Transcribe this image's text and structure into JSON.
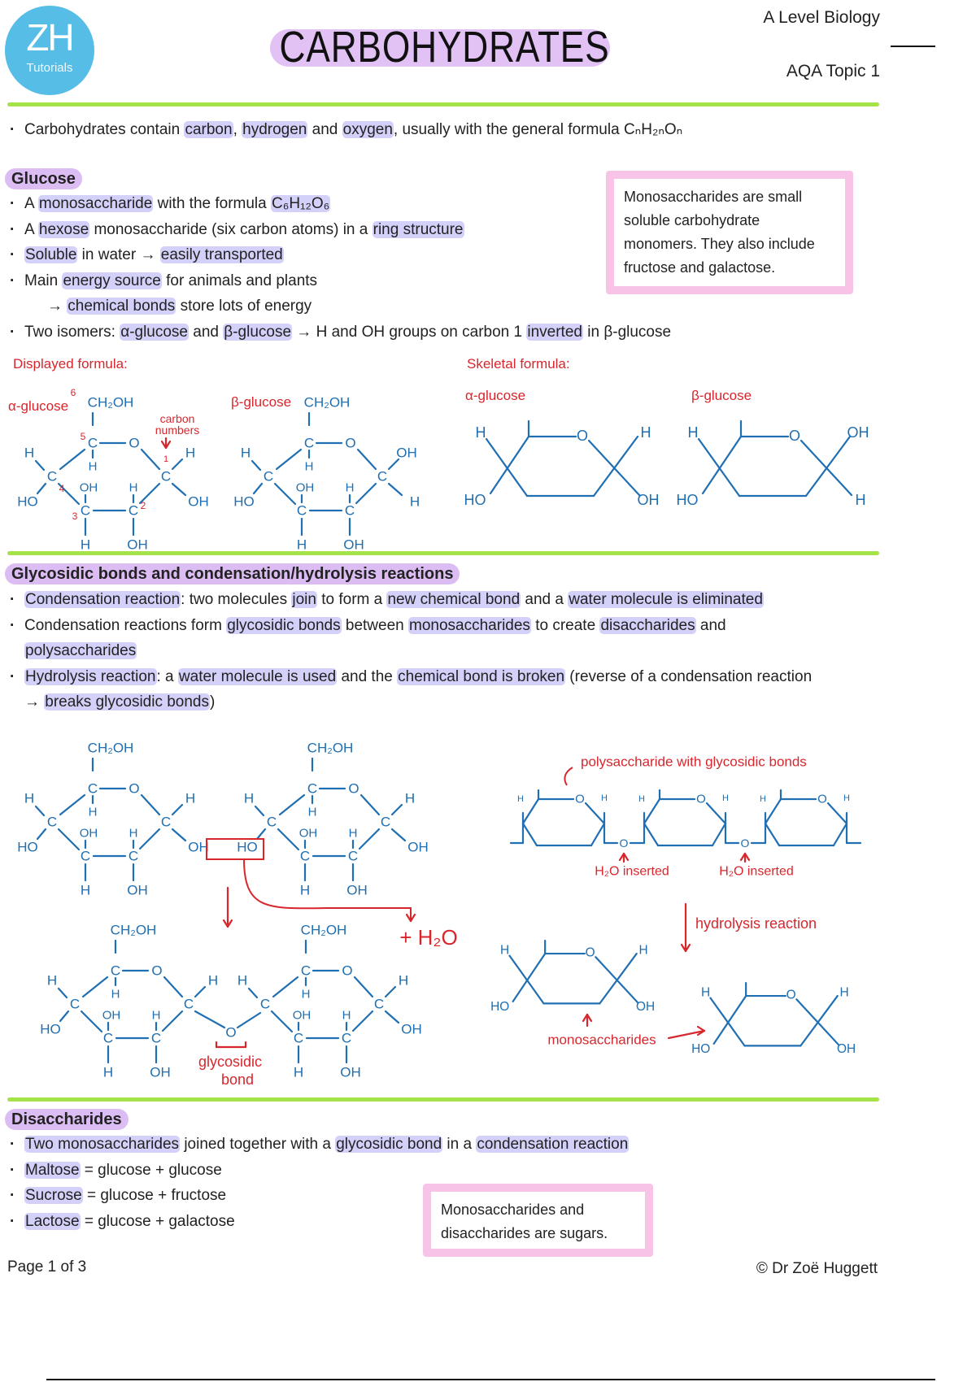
{
  "logo": {
    "initials": "ZH",
    "sub": "Tutorials"
  },
  "header": {
    "title": "CARBOHYDRATES",
    "course": "A Level Biology",
    "topic": "AQA Topic 1"
  },
  "intro": [
    {
      "segments": [
        {
          "t": "Carbohydrates contain "
        },
        {
          "t": "carbon",
          "hl": true
        },
        {
          "t": ", "
        },
        {
          "t": "hydrogen",
          "hl": true
        },
        {
          "t": " and "
        },
        {
          "t": "oxygen",
          "hl": true
        },
        {
          "t": ", usually with the general formula CₙH₂ₙOₙ"
        }
      ]
    }
  ],
  "glucose": {
    "heading": "Glucose",
    "bullets": [
      {
        "segments": [
          {
            "t": "A "
          },
          {
            "t": "monosaccharide",
            "hl": true
          },
          {
            "t": " with the formula "
          },
          {
            "t": "C₆H₁₂O₆",
            "hl": true
          }
        ]
      },
      {
        "segments": [
          {
            "t": "A "
          },
          {
            "t": "hexose",
            "hl": true
          },
          {
            "t": " monosaccharide (six carbon atoms) in a "
          },
          {
            "t": "ring structure",
            "hl": true
          }
        ]
      },
      {
        "segments": [
          {
            "t": "Soluble",
            "hl": true
          },
          {
            "t": " in water → "
          },
          {
            "t": "easily transported",
            "hl": true
          }
        ]
      },
      {
        "segments": [
          {
            "t": "Main "
          },
          {
            "t": "energy source",
            "hl": true
          },
          {
            "t": " for animals and plants"
          }
        ]
      },
      {
        "sub": true,
        "segments": [
          {
            "t": "→ "
          },
          {
            "t": "chemical bonds",
            "hl": true
          },
          {
            "t": " store lots of energy"
          }
        ]
      },
      {
        "segments": [
          {
            "t": "Two isomers: "
          },
          {
            "t": "α-glucose",
            "hl": true
          },
          {
            "t": " and "
          },
          {
            "t": "β-glucose",
            "hl": true
          },
          {
            "t": " → H and OH groups on carbon 1 "
          },
          {
            "t": "inverted",
            "hl": true
          },
          {
            "t": " in β-glucose"
          }
        ]
      }
    ],
    "note": "Monosaccharides are small soluble carbohydrate monomers. They also include fructose and galactose.",
    "displayed_label": "Displayed formula:",
    "skeletal_label": "Skeletal formula:",
    "alpha": "α-glucose",
    "beta": "β-glucose",
    "carbon_numbers": [
      "carbon",
      "numbers"
    ],
    "numbers": [
      "1",
      "2",
      "3",
      "4",
      "5",
      "6"
    ]
  },
  "glycosidic": {
    "heading": "Glycosidic bonds and condensation/hydrolysis reactions",
    "bullets": [
      {
        "segments": [
          {
            "t": "Condensation reaction",
            "hl": true
          },
          {
            "t": ": two molecules "
          },
          {
            "t": "join",
            "hl": true
          },
          {
            "t": " to form a "
          },
          {
            "t": "new chemical bond",
            "hl": true
          },
          {
            "t": " and a "
          },
          {
            "t": "water molecule is eliminated",
            "hl": true
          }
        ]
      },
      {
        "segments": [
          {
            "t": "Condensation reactions form "
          },
          {
            "t": "glycosidic bonds",
            "hl": true
          },
          {
            "t": " between "
          },
          {
            "t": "monosaccharides",
            "hl": true
          },
          {
            "t": " to create "
          },
          {
            "t": "disaccharides",
            "hl": true
          },
          {
            "t": " and "
          },
          {
            "t": "polysaccharides",
            "hl": true
          }
        ]
      },
      {
        "segments": [
          {
            "t": "Hydrolysis reaction",
            "hl": true
          },
          {
            "t": ": a "
          },
          {
            "t": "water molecule is used",
            "hl": true
          },
          {
            "t": " and the "
          },
          {
            "t": "chemical bond is broken",
            "hl": true
          },
          {
            "t": " (reverse of a condensation reaction → "
          },
          {
            "t": "breaks glycosidic bonds",
            "hl": true
          },
          {
            "t": ")"
          }
        ]
      }
    ],
    "glycosidic_label": [
      "glycosidic",
      "bond"
    ],
    "water": "+ H₂O",
    "polysaccharide_label": "polysaccharide with glycosidic bonds",
    "inserted_label": "H₂O inserted",
    "hydrolysis_label": "hydrolysis reaction",
    "monosaccharides_label": "monosaccharides"
  },
  "atoms": {
    "c": "C",
    "o": "O",
    "h": "H",
    "oh": "OH",
    "ho": "HO",
    "ch2oh": "CH₂OH"
  },
  "disaccharides": {
    "heading": "Disaccharides",
    "bullets": [
      {
        "segments": [
          {
            "t": "Two monosaccharides",
            "hl": true
          },
          {
            "t": " joined together with a "
          },
          {
            "t": "glycosidic bond",
            "hl": true
          },
          {
            "t": " in a "
          },
          {
            "t": "condensation reaction",
            "hl": true
          }
        ]
      },
      {
        "segments": [
          {
            "t": "Maltose",
            "hl": true
          },
          {
            "t": " = glucose + glucose"
          }
        ]
      },
      {
        "segments": [
          {
            "t": "Sucrose",
            "hl": true
          },
          {
            "t": " = glucose + fructose"
          }
        ]
      },
      {
        "segments": [
          {
            "t": "Lactose",
            "hl": true
          },
          {
            "t": " = glucose + galactose"
          }
        ]
      }
    ],
    "note": "Monosaccharides and disaccharides are sugars."
  },
  "footer": {
    "page": "Page 1 of 3",
    "copyright": "© Dr Zoë Huggett"
  },
  "colors": {
    "molecule": "#1f6fb2",
    "annotation": "#d8262d",
    "divider": "#a6e34b",
    "highlight": "#d3d1fa",
    "heading": "#dcbdf3",
    "note_border": "#f7c4e8",
    "logo": "#56bde6"
  }
}
